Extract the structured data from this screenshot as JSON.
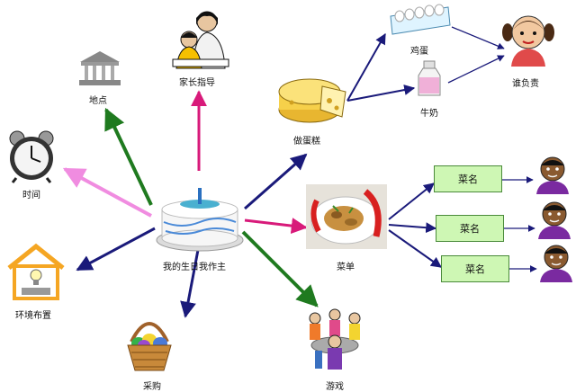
{
  "diagram": {
    "center_label": "我的生日我作主",
    "branches": {
      "location": "地点",
      "parent_guide": "家长指导",
      "cake": "做蛋糕",
      "eggs": "鸡蛋",
      "milk": "牛奶",
      "who": "谁负责",
      "time": "时间",
      "environment": "环境布置",
      "menu": "菜单",
      "shopping": "采购",
      "games": "游戏"
    },
    "dishes": [
      "菜名",
      "菜名",
      "菜名"
    ]
  },
  "colors": {
    "navy_arrow": "#1a1a7a",
    "green_arrow": "#1f7a1f",
    "pink_arrow": "#f08ce0",
    "magenta_arrow": "#d81a7a",
    "dish_fill": "#cef7b4"
  }
}
